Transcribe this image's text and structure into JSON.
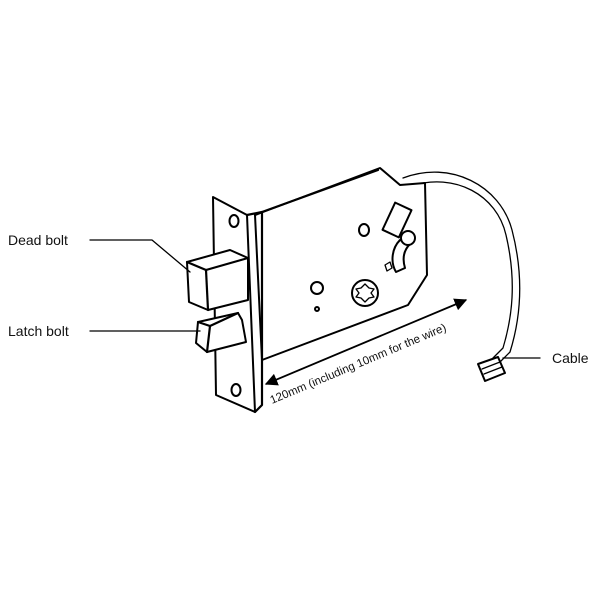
{
  "labels": {
    "dead_bolt": "Dead bolt",
    "latch_bolt": "Latch bolt",
    "cable": "Cable",
    "dimension": "120mm (including 10mm for the wire)"
  }
}
